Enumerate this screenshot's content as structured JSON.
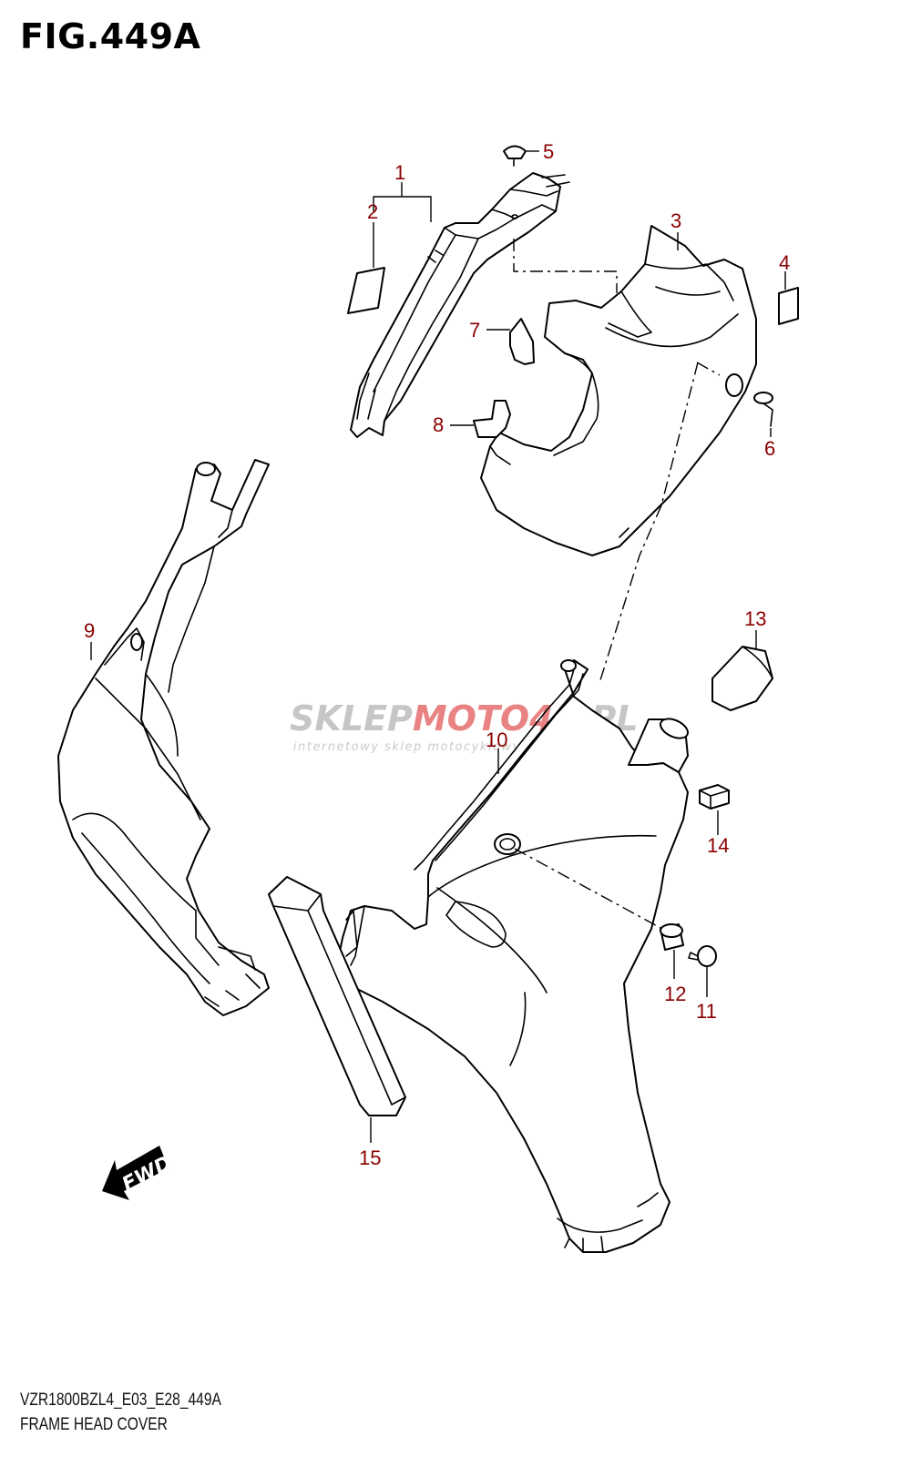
{
  "figure": {
    "title": "FIG.449A",
    "model_code": "VZR1800BZL4_E03_E28_449A",
    "name": "FRAME HEAD COVER"
  },
  "callouts": [
    "1",
    "2",
    "3",
    "4",
    "5",
    "6",
    "7",
    "8",
    "9",
    "10",
    "11",
    "12",
    "13",
    "14",
    "15"
  ],
  "watermark": {
    "part1": "SKLEP",
    "part2": "MOTO",
    "part3": "46",
    "part4": ".PL",
    "tagline": "internetowy sklep motocyklowy"
  },
  "fwd_arrow_label": "FWD",
  "colors": {
    "callout": "#8b0000",
    "line": "#000000",
    "watermark_grey": "#b3b3b3",
    "watermark_red": "#e25a5a"
  }
}
